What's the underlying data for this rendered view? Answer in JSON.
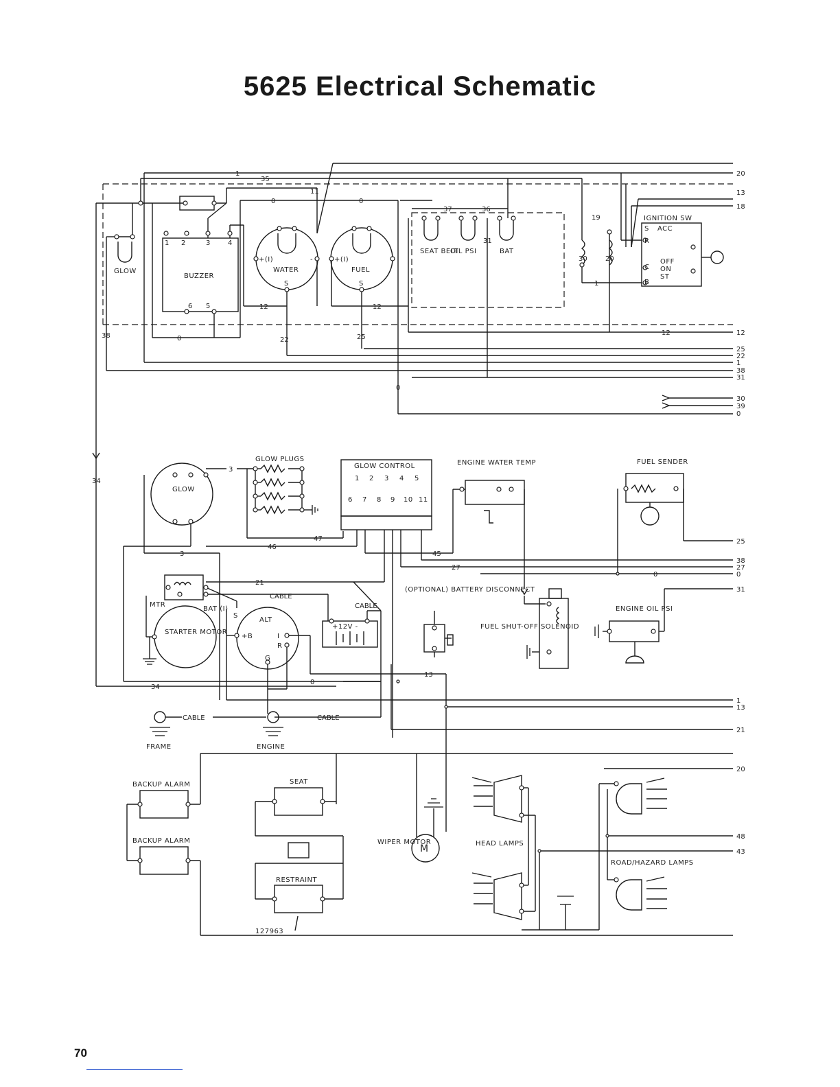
{
  "title": "5625 Electrical Schematic",
  "page_number": "70",
  "components": {
    "glow_lamp": "GLOW",
    "buzzer": "BUZZER",
    "buzzer_terminals": [
      "1",
      "2",
      "3",
      "4",
      "6",
      "5"
    ],
    "water_gauge": "WATER",
    "fuel_gauge": "FUEL",
    "gauge_plus": "+(I)",
    "gauge_minus": "-",
    "gauge_s": "S",
    "seat_belt": "SEAT BELT",
    "oil_psi": "OIL PSI",
    "bat": "BAT",
    "ignition_sw": "IGNITION SW",
    "ign_positions": [
      "S",
      "ACC",
      "R",
      "OFF",
      "ON",
      "C",
      "ST",
      "B"
    ],
    "glow_plugs": "GLOW PLUGS",
    "glow_control": "GLOW CONTROL",
    "glow_control_top": [
      "1",
      "2",
      "3",
      "4",
      "5"
    ],
    "glow_control_bottom": [
      "6",
      "7",
      "8",
      "9",
      "10",
      "11"
    ],
    "engine_water_temp": "ENGINE WATER TEMP",
    "fuel_sender": "FUEL SENDER",
    "glow_relay": "GLOW",
    "starter_motor": "STARTER MOTOR",
    "mtr": "MTR",
    "bat_i": "BAT (I)",
    "alt": "ALT",
    "alt_terminals": [
      "+B",
      "I",
      "R",
      "G",
      "S"
    ],
    "battery": "+12V -",
    "optional_disconnect": "(OPTIONAL) BATTERY DISCONNECT",
    "fuel_shutoff": "FUEL SHUT-OFF SOLENOID",
    "engine_oil_psi": "ENGINE OIL PSI",
    "frame": "FRAME",
    "engine": "ENGINE",
    "backup_alarm_1": "BACKUP ALARM",
    "backup_alarm_2": "BACKUP ALARM",
    "seat": "SEAT",
    "restraint": "RESTRAINT",
    "wiper_motor": "WIPER MOTOR",
    "wiper_m": "M",
    "head_lamps": "HEAD LAMPS",
    "road_hazard": "ROAD/HAZARD LAMPS",
    "part_number": "127963",
    "cable": "CABLE"
  },
  "wire_labels": {
    "top": [
      "1",
      "35",
      "11",
      "0",
      "0",
      "37",
      "36",
      "31",
      "19",
      "30",
      "20",
      "1",
      "12",
      "12",
      "22",
      "25",
      "0",
      "38",
      "12",
      "0"
    ],
    "right_edge_top": [
      "20",
      "13",
      "18",
      "12",
      "25",
      "22",
      "1",
      "38",
      "31",
      "30",
      "39",
      "0"
    ],
    "middle": [
      "3",
      "47",
      "46",
      "45",
      "3",
      "27",
      "0",
      "21",
      "CABLE",
      "CABLE",
      "34",
      "0",
      "13",
      "34"
    ],
    "right_edge_middle": [
      "25",
      "38",
      "27",
      "0",
      "31",
      "1",
      "13",
      "21"
    ],
    "right_edge_bottom": [
      "20",
      "48",
      "43"
    ]
  }
}
